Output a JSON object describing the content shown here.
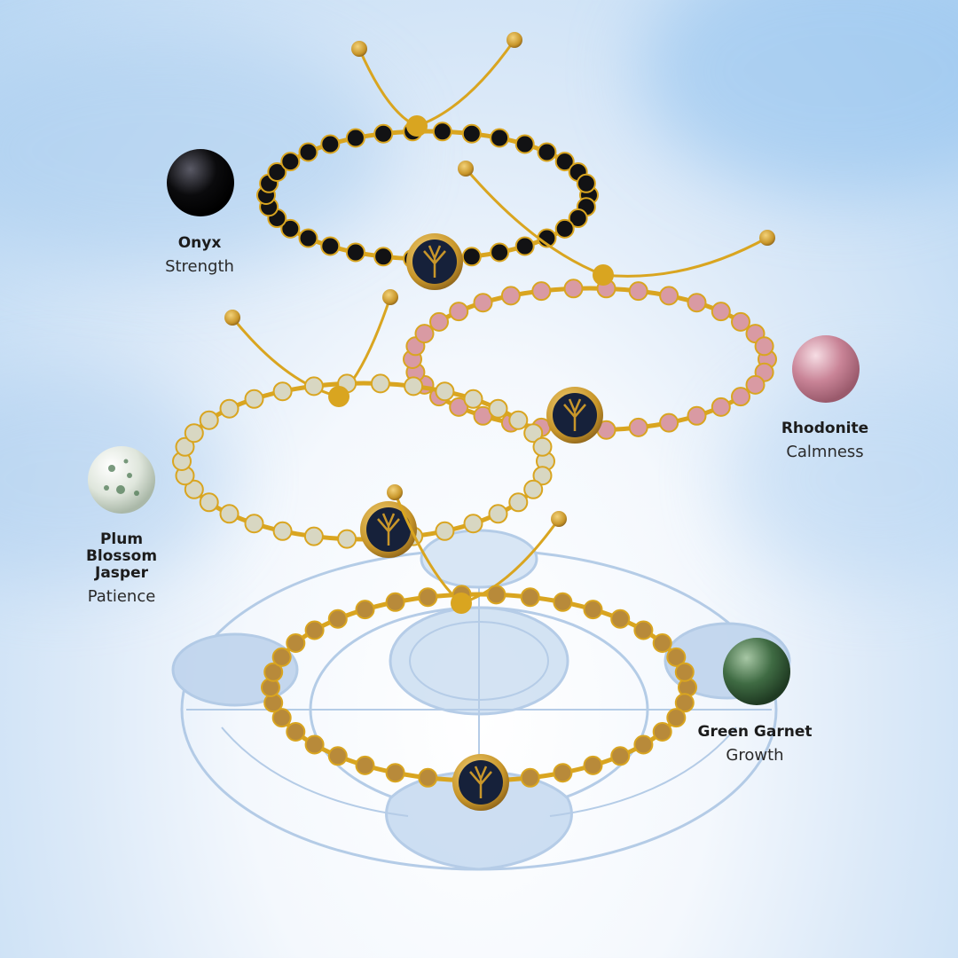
{
  "stones": [
    {
      "name": "Onyx",
      "meaning": "Strength",
      "color": "#0b0b0d",
      "highlight": "#5a5a66"
    },
    {
      "name": "Rhodonite",
      "meaning": "Calmness",
      "color": "#c98497",
      "highlight": "#f3d5de"
    },
    {
      "name": "Plum Blossom Jasper",
      "meaning": "Patience",
      "color": "#dfe6dc",
      "highlight": "#ffffff"
    },
    {
      "name": "Green Garnet",
      "meaning": "Growth",
      "color": "#3f6b43",
      "highlight": "#a7c7a5"
    }
  ],
  "palette": {
    "cord": "#d9a520",
    "bead_onyx": "#121214",
    "bead_rhodonite": "#d99aa3",
    "bead_jasper": "#d8d7c2",
    "bead_garnet": "#b88a3a",
    "charm_gold": "#c8962a",
    "charm_face": "#16213a",
    "mandala": "#a9c4e3"
  }
}
